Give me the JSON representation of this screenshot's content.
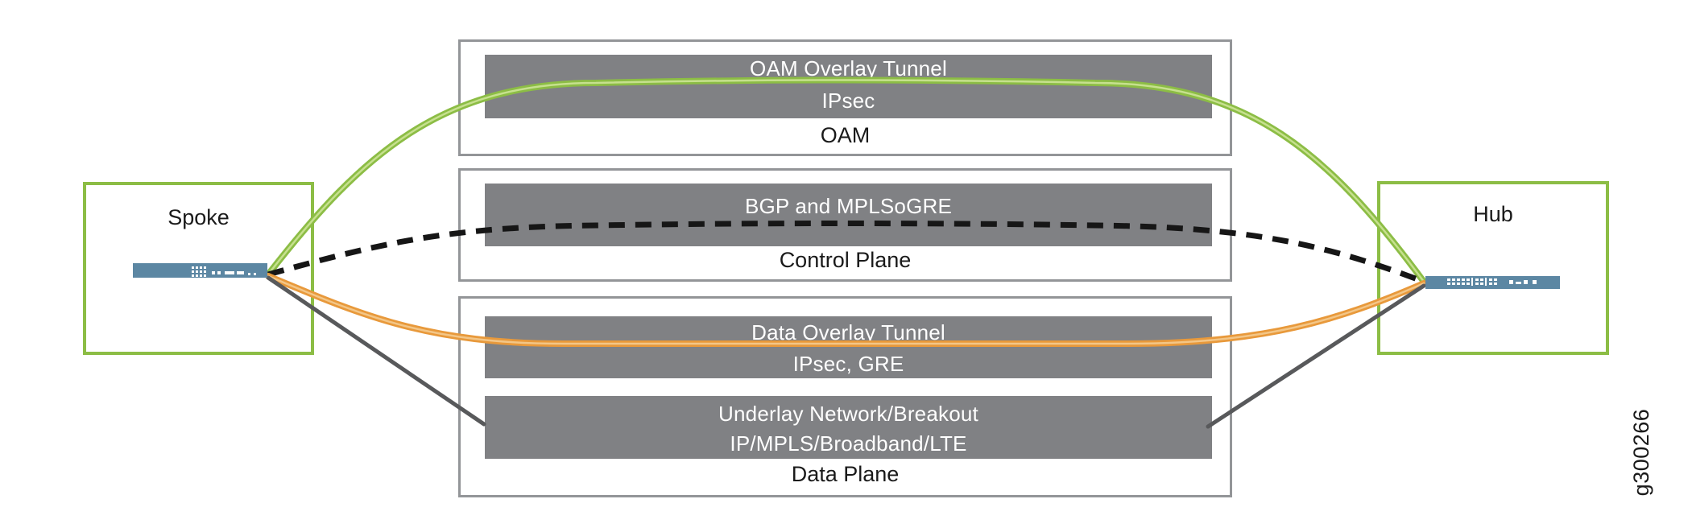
{
  "endpoints": {
    "spoke": {
      "label": "Spoke"
    },
    "hub": {
      "label": "Hub"
    }
  },
  "sections": {
    "oam": {
      "title": "OAM",
      "tunnel": {
        "name": "OAM Overlay Tunnel",
        "protocols": "IPsec"
      }
    },
    "control_plane": {
      "title": "Control Plane",
      "tunnel": {
        "name": "BGP and MPLSoGRE"
      }
    },
    "data_plane": {
      "title": "Data Plane",
      "overlay": {
        "name": "Data Overlay Tunnel",
        "protocols": "IPsec, GRE"
      },
      "underlay": {
        "name": "Underlay Network/Breakout",
        "protocols": "IP/MPLS/Broadband/LTE"
      }
    }
  },
  "links": {
    "oam_tunnel": {
      "color": "#8CBD45",
      "style": "solid"
    },
    "control_plane": {
      "color": "#161616",
      "style": "dashed"
    },
    "data_overlay_tunnel": {
      "color": "#E8993B",
      "style": "solid"
    },
    "underlay": {
      "color": "#58595B",
      "style": "solid"
    }
  },
  "figure_id": "g300266",
  "colors": {
    "plane_box_border": "#939598",
    "tunnel_box_fill": "#808184",
    "endpoint_box_border": "#8CBD45",
    "device_fill": "#5C87A3"
  }
}
